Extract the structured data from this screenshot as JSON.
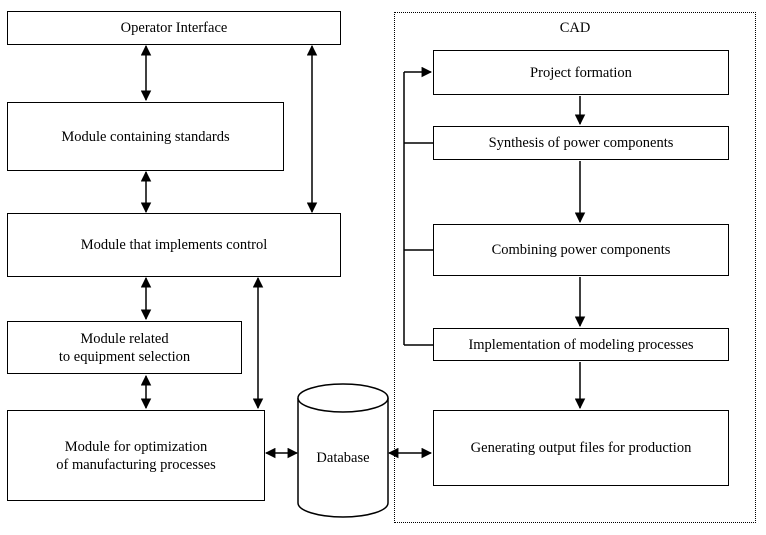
{
  "left_modules": {
    "operator_interface": "Operator Interface",
    "standards": "Module containing standards",
    "control": "Module that implements control",
    "equipment_line1": "Module related",
    "equipment_line2": "to equipment selection",
    "optimization_line1": "Module for optimization",
    "optimization_line2": "of manufacturing processes"
  },
  "database": {
    "label": "Database"
  },
  "cad": {
    "title": "CAD",
    "project_formation": "Project formation",
    "synthesis": "Synthesis of power components",
    "combining": "Combining power components",
    "modeling": "Implementation of modeling processes",
    "output_files": "Generating output files for production"
  }
}
